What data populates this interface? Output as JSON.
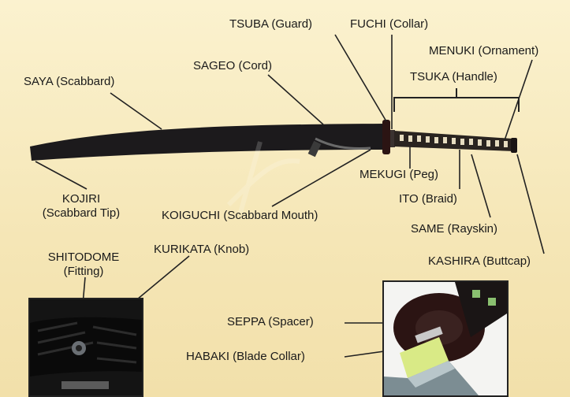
{
  "labels": {
    "tsuba": "TSUBA (Guard)",
    "fuchi": "FUCHI (Collar)",
    "menuki": "MENUKI (Ornament)",
    "saya": "SAYA (Scabbard)",
    "sageo": "SAGEO (Cord)",
    "tsuka": "TSUKA (Handle)",
    "mekugi": "MEKUGI (Peg)",
    "ito": "ITO (Braid)",
    "same": "SAME (Rayskin)",
    "kojiri_line1": "KOJIRI",
    "kojiri_line2": "(Scabbard Tip)",
    "koiguchi": "KOIGUCHI (Scabbard Mouth)",
    "kashira": "KASHIRA (Buttcap)",
    "shitodome_line1": "SHITODOME",
    "shitodome_line2": "(Fitting)",
    "kurikata": "KURIKATA (Knob)",
    "seppa": "SEPPA (Spacer)",
    "habaki": "HABAKI (Blade Collar)"
  },
  "colors": {
    "background": "#f7ecc3",
    "scabbard": "#1c1a1c",
    "handle_wrap": "#2a2420",
    "rayskin": "#e6dcc0",
    "leader_lines": "#222222",
    "habaki": "#d9ea86"
  }
}
